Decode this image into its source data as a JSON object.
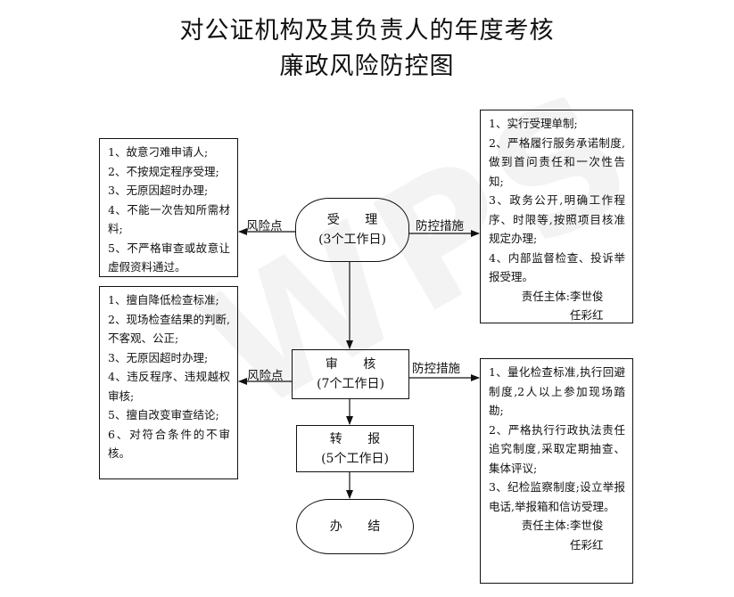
{
  "title": {
    "line1": "对公证机构及其负责人的年度考核",
    "line2": "廉政风险防控图"
  },
  "watermark": "WPS",
  "nodes": {
    "accept": {
      "name": "受 理",
      "days": "(3个工作日)"
    },
    "review": {
      "name": "审 核",
      "days": "(7个工作日)"
    },
    "submit": {
      "name": "转 报",
      "days": "(5个工作日)"
    },
    "finish": {
      "name": "办 结"
    }
  },
  "labels": {
    "risk_accept": "风险点",
    "measure_accept": "防控措施",
    "risk_review": "风险点",
    "measure_review": "防控措施"
  },
  "risk_accept": [
    "1、故意刁难申请人;",
    "2、不按规定程序受理;",
    "3、无原因超时办理;",
    "4、不能一次告知所需材料;",
    "5、不严格审查或故意让虚假资料通过。"
  ],
  "risk_review": [
    "1、擅自降低检查标准;",
    "2、现场检查结果的判断,不客观、公正;",
    "3、无原因超时办理;",
    "4、违反程序、违规越权审核;",
    "5、擅自改变审查结论;",
    "6、对符合条件的不审核。"
  ],
  "measure_accept": {
    "items": [
      "1、实行受理单制;",
      "2、严格履行服务承诺制度,做到首问责任和一次性告知;",
      "3、政务公开,明确工作程序、时限等,按照项目核准规定办理;",
      "4、内部监督检查、投诉举报受理。"
    ],
    "owner_label": "责任主体:",
    "owner_name_1": "李世俊",
    "owner_name_2": "任彩红"
  },
  "measure_review": {
    "items": [
      "1、量化检查标准,执行回避制度,2人以上参加现场踏勘;",
      "2、严格执行行政执法责任追究制度,采取定期抽查、集体评议;",
      "3、纪检监察制度;设立举报电话,举报箱和信访受理。"
    ],
    "owner_label": "责任主体:",
    "owner_name_1": "李世俊",
    "owner_name_2": "任彩红"
  }
}
